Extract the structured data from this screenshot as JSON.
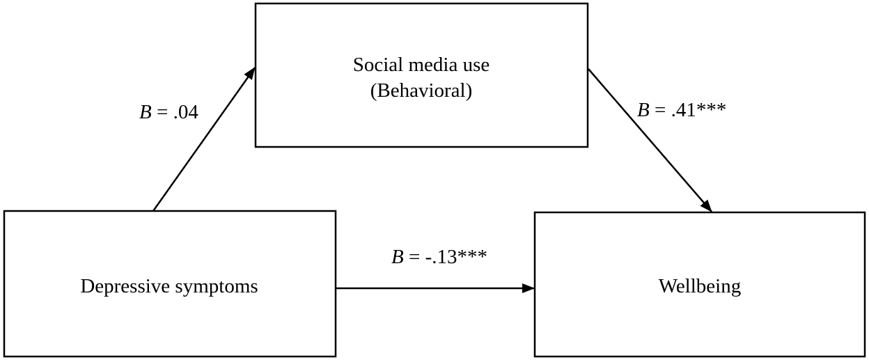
{
  "nodes": {
    "mediator": {
      "line1": "Social media use",
      "line2": "(Behavioral)"
    },
    "predictor": {
      "label": "Depressive symptoms"
    },
    "outcome": {
      "label": "Wellbeing"
    }
  },
  "paths": {
    "a": {
      "symbol": "B",
      "value": " = .04"
    },
    "b": {
      "symbol": "B",
      "value": " = .41***"
    },
    "c": {
      "symbol": "B",
      "value": " = -.13***"
    }
  },
  "colors": {
    "stroke": "#000000",
    "background": "#ffffff"
  }
}
